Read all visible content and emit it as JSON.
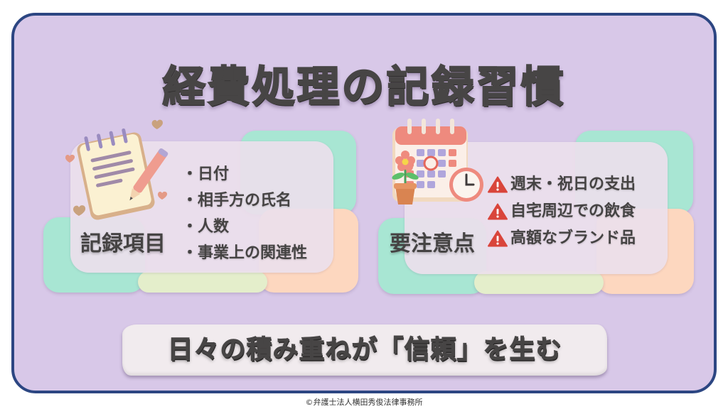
{
  "title": "経費処理の記録習慣",
  "colors": {
    "background": "#d8c8e8",
    "frame_border": "#2c4682",
    "mint": "#a8e6d3",
    "peach": "#fdd7bf",
    "lime": "#e4eecb",
    "panel": "#ece0ec",
    "text": "#474545",
    "warning": "#d9453b"
  },
  "cards": [
    {
      "label": "記録項目",
      "illustration_icon": "notepad-pencil-icon",
      "bullet_symbol": "・",
      "items": [
        "日付",
        "相手方の氏名",
        "人数",
        "事業上の関連性"
      ]
    },
    {
      "label": "要注意点",
      "illustration_icon": "calendar-clock-icon",
      "bullet_icon": "warning-icon",
      "items": [
        "週末・祝日の支出",
        "自宅周辺での飲食",
        "高額なブランド品"
      ]
    }
  ],
  "banner": {
    "text": "日々の積み重ねが「信頼」を生む"
  },
  "footer": {
    "copyright": "©弁護士法人横田秀俊法律事務所"
  }
}
